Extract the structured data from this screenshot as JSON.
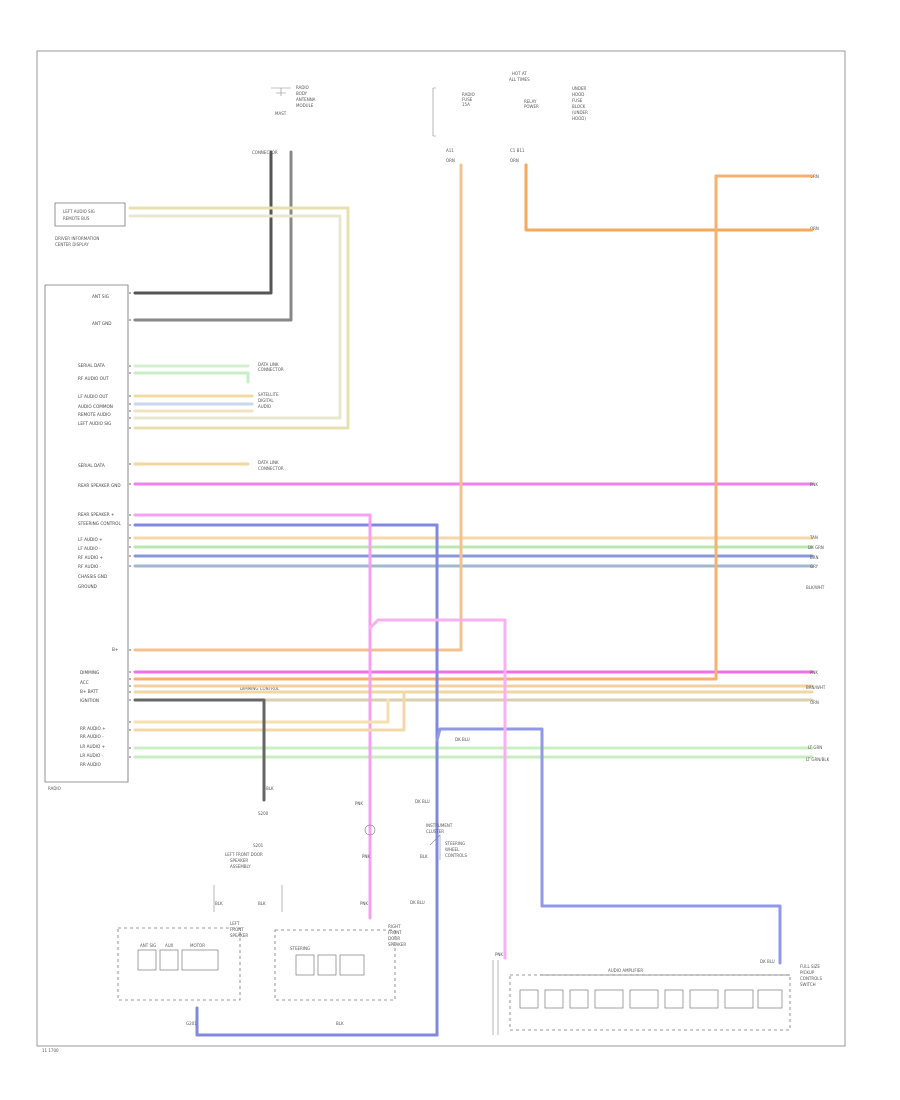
{
  "diagram": {
    "footer_code": "11 1700",
    "modules": {
      "radio": "RADIO",
      "antenna": "RADIO ANTENNA",
      "diagnostic_connector": "DATA LINK CONNECTOR",
      "instrument_cluster": "INSTRUMENT CLUSTER",
      "left_door_module": "LEFT FRONT DOOR SPEAKER",
      "right_door_module": "RIGHT FRONT DOOR SPEAKER",
      "rear_speakers": "REAR SPEAKERS",
      "ground_label": "G201",
      "splice_label": "S200",
      "bottom_module": "AUDIO AMPLIFIER",
      "right_module_note": "FULL SIZE PICKUP CONTROLS"
    },
    "wire_labels": {
      "orange": "ORN",
      "pink": "PNK",
      "blue": "DK BLU",
      "tan": "TAN",
      "green": "DK GRN",
      "brown": "BRN",
      "black": "BLK",
      "white": "WHT",
      "gray": "GRY",
      "ltgreen": "LT GRN"
    }
  }
}
